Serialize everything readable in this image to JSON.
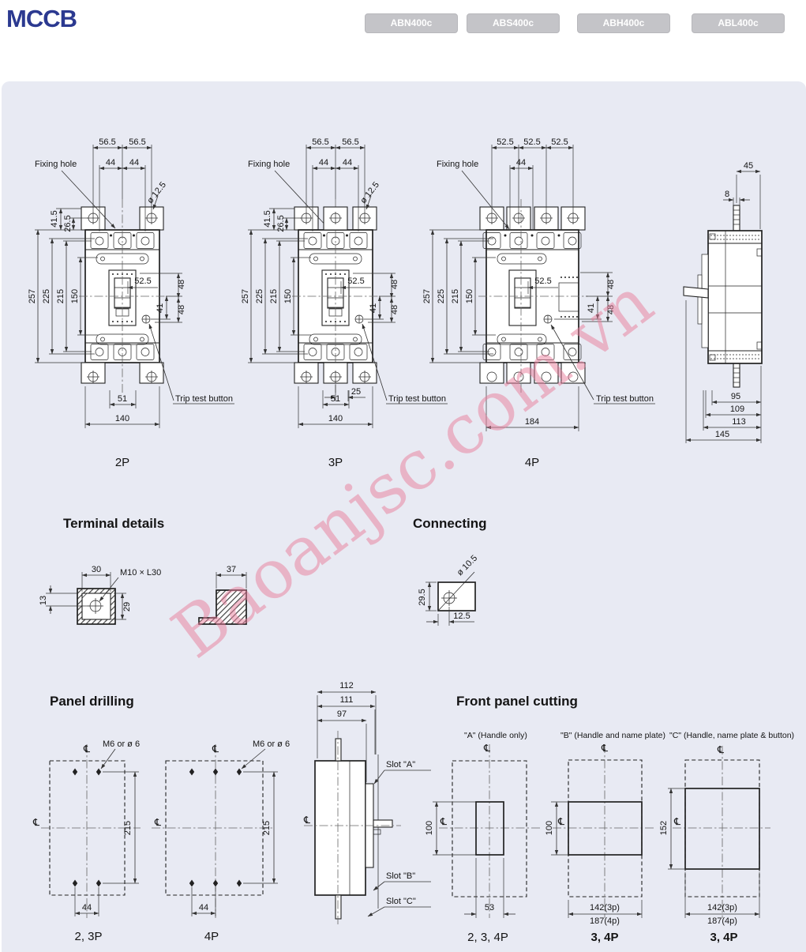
{
  "header": {
    "title": "MCCB",
    "products": [
      "ABN400c",
      "ABS400c",
      "ABH400c",
      "ABL400c"
    ]
  },
  "colors": {
    "accent": "#2b3990",
    "tab_bg": "#c4c4c8",
    "tab_text": "#ffffff",
    "panel_bg": "#e8eaf3",
    "line": "#222222",
    "watermark": "#e87d9b"
  },
  "watermark": "Baoanjsc.com.vn",
  "labels": {
    "fixing_hole": "Fixing hole",
    "trip": "Trip test button",
    "dia": "ø 12.5",
    "cl": "℄"
  },
  "views": {
    "p2": {
      "caption": "2P",
      "w565": [
        "56.5",
        "56.5"
      ],
      "w44": [
        "44",
        "44"
      ],
      "s415": "41.5",
      "s265": "26.5",
      "h": [
        "257",
        "225",
        "215",
        "150"
      ],
      "c525": "52.5",
      "r48a": "48",
      "r41": "41",
      "r48b": "48",
      "b51": "51",
      "b140": "140"
    },
    "p3": {
      "caption": "3P",
      "w565": [
        "56.5",
        "56.5"
      ],
      "w44": [
        "44",
        "44"
      ],
      "s415": "41.5",
      "s265": "26.5",
      "h": [
        "257",
        "225",
        "215",
        "150"
      ],
      "c525": "52.5",
      "r48a": "48",
      "r41": "41",
      "r48b": "48",
      "b25": "25",
      "b51": "51",
      "b140": "140"
    },
    "p4": {
      "caption": "4P",
      "w525": [
        "52.5",
        "52.5",
        "52.5"
      ],
      "w44": "44",
      "h": [
        "257",
        "225",
        "215",
        "150"
      ],
      "c525": "52.5",
      "r48a": "48",
      "r41": "41",
      "r48b": "48",
      "b184": "184"
    },
    "side": {
      "w45": "45",
      "w8": "8",
      "d95": "95",
      "d109": "109",
      "d113": "113",
      "d145": "145"
    }
  },
  "terminal": {
    "heading": "Terminal details",
    "w30": "30",
    "screw": "M10 × L30",
    "t13": "13",
    "h29": "29",
    "w37": "37"
  },
  "connecting": {
    "heading": "Connecting",
    "dia": "ø 10.5",
    "h295": "29.5",
    "w125": "12.5"
  },
  "panel": {
    "heading": "Panel drilling",
    "m6": "M6 or ø 6",
    "h215": "215",
    "w44": "44",
    "cap_left": "2, 3P",
    "cap_right": "4P"
  },
  "slot": {
    "w112": "112",
    "w111": "111",
    "w97": "97",
    "a": "Slot \"A\"",
    "b": "Slot \"B\"",
    "c": "Slot \"C\""
  },
  "cutting": {
    "heading": "Front panel cutting",
    "a": {
      "label": "\"A\" (Handle only)",
      "h100": "100",
      "w53": "53",
      "cap": "2, 3, 4P"
    },
    "b": {
      "label": "\"B\" (Handle and name plate)",
      "h100": "100",
      "w142": "142(3p)",
      "w187": "187(4p)",
      "cap": "3, 4P"
    },
    "c": {
      "label": "\"C\" (Handle, name plate & button)",
      "h152": "152",
      "w142": "142(3p)",
      "w187": "187(4p)",
      "cap": "3, 4P"
    }
  }
}
